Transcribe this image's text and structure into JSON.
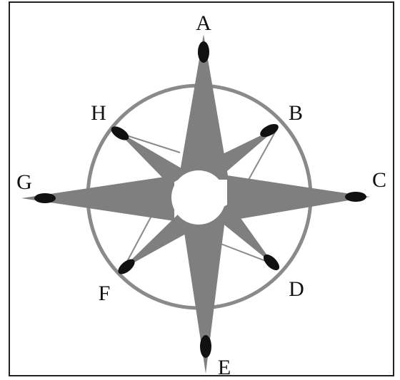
{
  "diagram": {
    "labels": {
      "a": "A",
      "b": "B",
      "c": "C",
      "d": "D",
      "e": "E",
      "f": "F",
      "g": "G",
      "h": "H"
    },
    "colors": {
      "star": "#7f7f7f",
      "ring": "#8a8a8a",
      "tip": "#111111",
      "frame": "#222222",
      "hub": "#ffffff"
    }
  }
}
